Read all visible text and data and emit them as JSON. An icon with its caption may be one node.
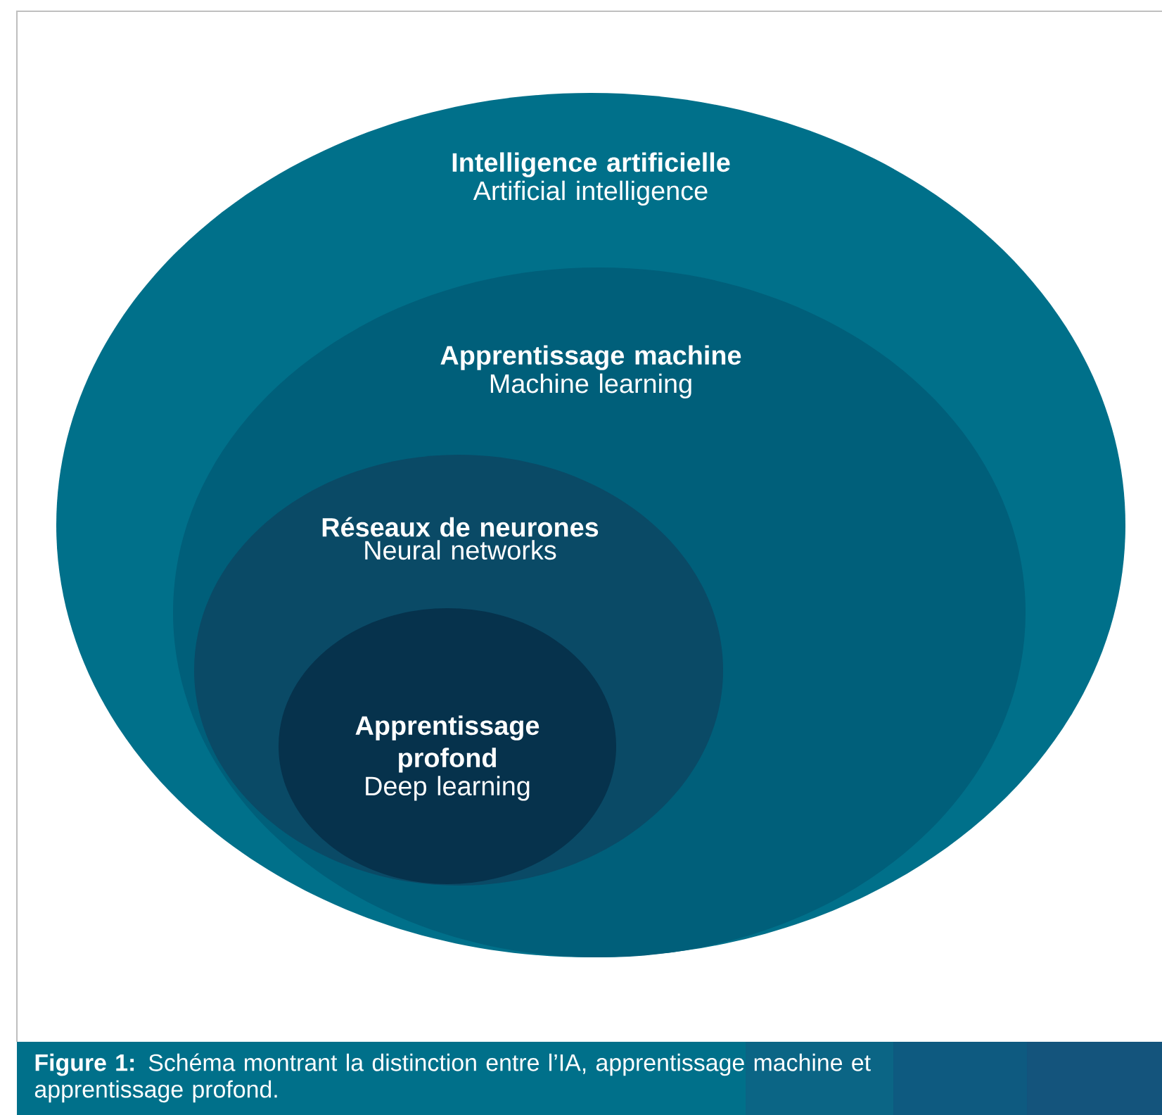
{
  "diagram": {
    "caption": "**Figure 1:** Schéma montrant la distinction entre l’IA, apprentissage machine et apprentissage profond.",
    "nodes": [
      {
        "text": [
          "Intelligence artificielle",
          "Artificial intelligence"
        ]
      },
      {
        "text": [
          "Apprentissage machine",
          "Machine learning"
        ],
        "in": 0
      },
      {
        "text": [
          "Réseaux de neurones",
          "Neural networks"
        ],
        "in": 1
      },
      {
        "text": [
          "Apprentissage profond",
          "Deep learning"
        ],
        "in": 2
      }
    ]
  }
}
